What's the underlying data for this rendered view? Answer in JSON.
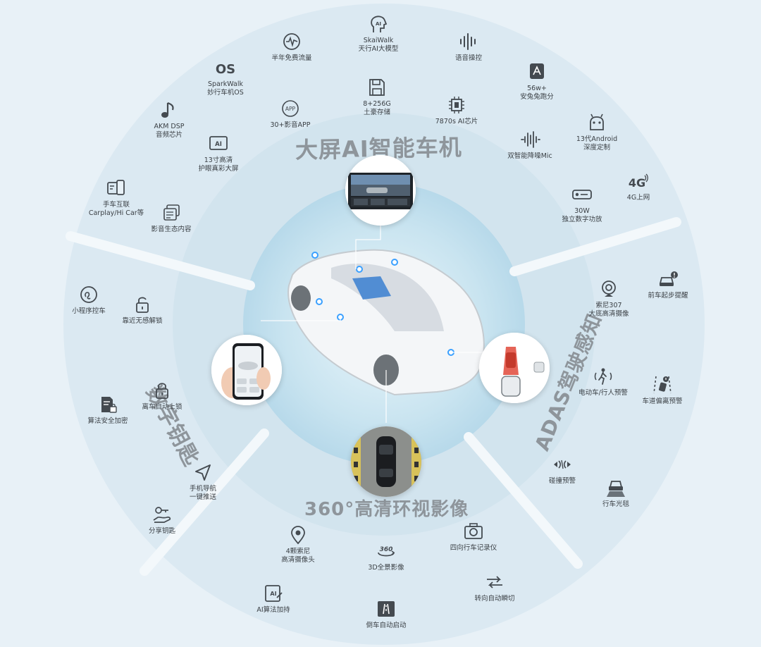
{
  "sections": {
    "top": "大屏AI智能车机",
    "left": "数字钥匙",
    "right": "ADAS驾驶感知",
    "bottom": "360°高清环视影像"
  },
  "features": {
    "skaiwalk": {
      "l1": "SkaiWalk",
      "l2": "天行AI大模型",
      "icon": "ai-head-icon"
    },
    "flow": {
      "l1": "半年免费流量",
      "l2": "",
      "icon": "pulse-circle-icon"
    },
    "voice": {
      "l1": "语音操控",
      "l2": "",
      "icon": "voice-wave-icon"
    },
    "os": {
      "l1": "SparkWalk",
      "l2": "妙行车机OS",
      "icon": "os-text-icon",
      "icon_text": "OS"
    },
    "storage": {
      "l1": "8+256G",
      "l2": "土豪存储",
      "icon": "floppy-disk-icon"
    },
    "safe": {
      "l1": "56w+",
      "l2": "安兔兔跑分",
      "icon": "benchmark-badge-icon"
    },
    "akm": {
      "l1": "AKM DSP",
      "l2": "音频芯片",
      "icon": "music-note-icon"
    },
    "app": {
      "l1": "30+影音APP",
      "l2": "",
      "icon": "app-circle-icon",
      "icon_text": "APP"
    },
    "chip": {
      "l1": "7870s AI芯片",
      "l2": "",
      "icon": "chip-icon"
    },
    "android": {
      "l1": "13代Android",
      "l2": "深度定制",
      "icon": "android-icon"
    },
    "screen": {
      "l1": "13寸高清",
      "l2": "护眼真彩大屏",
      "icon": "ai-screen-icon",
      "icon_text": "AI"
    },
    "mic": {
      "l1": "双智能降噪Mic",
      "l2": "",
      "icon": "mic-wave-icon"
    },
    "g4": {
      "l1": "4G上网",
      "l2": "",
      "icon": "4g-icon",
      "icon_text": "4G"
    },
    "carplay": {
      "l1": "手车互联",
      "l2": "Carplay/Hi Car等",
      "icon": "phone-car-icon"
    },
    "amp": {
      "l1": "30W",
      "l2": "独立数字功放",
      "icon": "amplifier-icon"
    },
    "media": {
      "l1": "影音生态内容",
      "l2": "",
      "icon": "media-stack-icon"
    },
    "mini": {
      "l1": "小程序控车",
      "l2": "",
      "icon": "mini-program-icon"
    },
    "unlock": {
      "l1": "靠近无感解锁",
      "l2": "",
      "icon": "unlock-icon"
    },
    "autolock": {
      "l1": "离车自动上锁",
      "l2": "",
      "icon": "lock-icon"
    },
    "crypto": {
      "l1": "算法安全加密",
      "l2": "",
      "icon": "secure-doc-icon"
    },
    "nav": {
      "l1": "手机导航",
      "l2": "一键推送",
      "icon": "navigation-arrow-icon"
    },
    "sharekey": {
      "l1": "分享钥匙",
      "l2": "",
      "icon": "share-key-icon"
    },
    "front": {
      "l1": "前车起步提醒",
      "l2": "",
      "icon": "front-car-icon"
    },
    "sony": {
      "l1": "索尼307",
      "l2": "大底高清摄像",
      "icon": "camera-lens-icon"
    },
    "ped": {
      "l1": "电动车/行人预警",
      "l2": "",
      "icon": "pedestrian-icon"
    },
    "lane": {
      "l1": "车道偏离预警",
      "l2": "",
      "icon": "lane-departure-icon"
    },
    "collide": {
      "l1": "碰撞预警",
      "l2": "",
      "icon": "collision-icon"
    },
    "track": {
      "l1": "行车光毯",
      "l2": "",
      "icon": "light-carpet-icon"
    },
    "cam4": {
      "l1": "4颗索尼",
      "l2": "高清摄像头",
      "icon": "location-camera-icon"
    },
    "rec4": {
      "l1": "四向行车记录仪",
      "l2": "",
      "icon": "dashcam-icon"
    },
    "v3d": {
      "l1": "3D全景影像",
      "l2": "",
      "icon": "360-view-icon",
      "icon_text": "360"
    },
    "turn": {
      "l1": "转向自动瞬切",
      "l2": "",
      "icon": "turn-switch-icon"
    },
    "aialgo": {
      "l1": "AI算法加持",
      "l2": "",
      "icon": "ai-doc-icon",
      "icon_text": "AI"
    },
    "reverse": {
      "l1": "倒车自动启动",
      "l2": "",
      "icon": "reverse-road-icon"
    }
  },
  "colors": {
    "outer_ring": "#dbe9f2",
    "mid_ring": "#d3e5ef",
    "inner_glow": "#bfdfee",
    "divider": "#f3f8fb",
    "title_gray": "#8e959b",
    "icon_dark": "#444a50",
    "accent_blue": "#3aa0ff"
  }
}
